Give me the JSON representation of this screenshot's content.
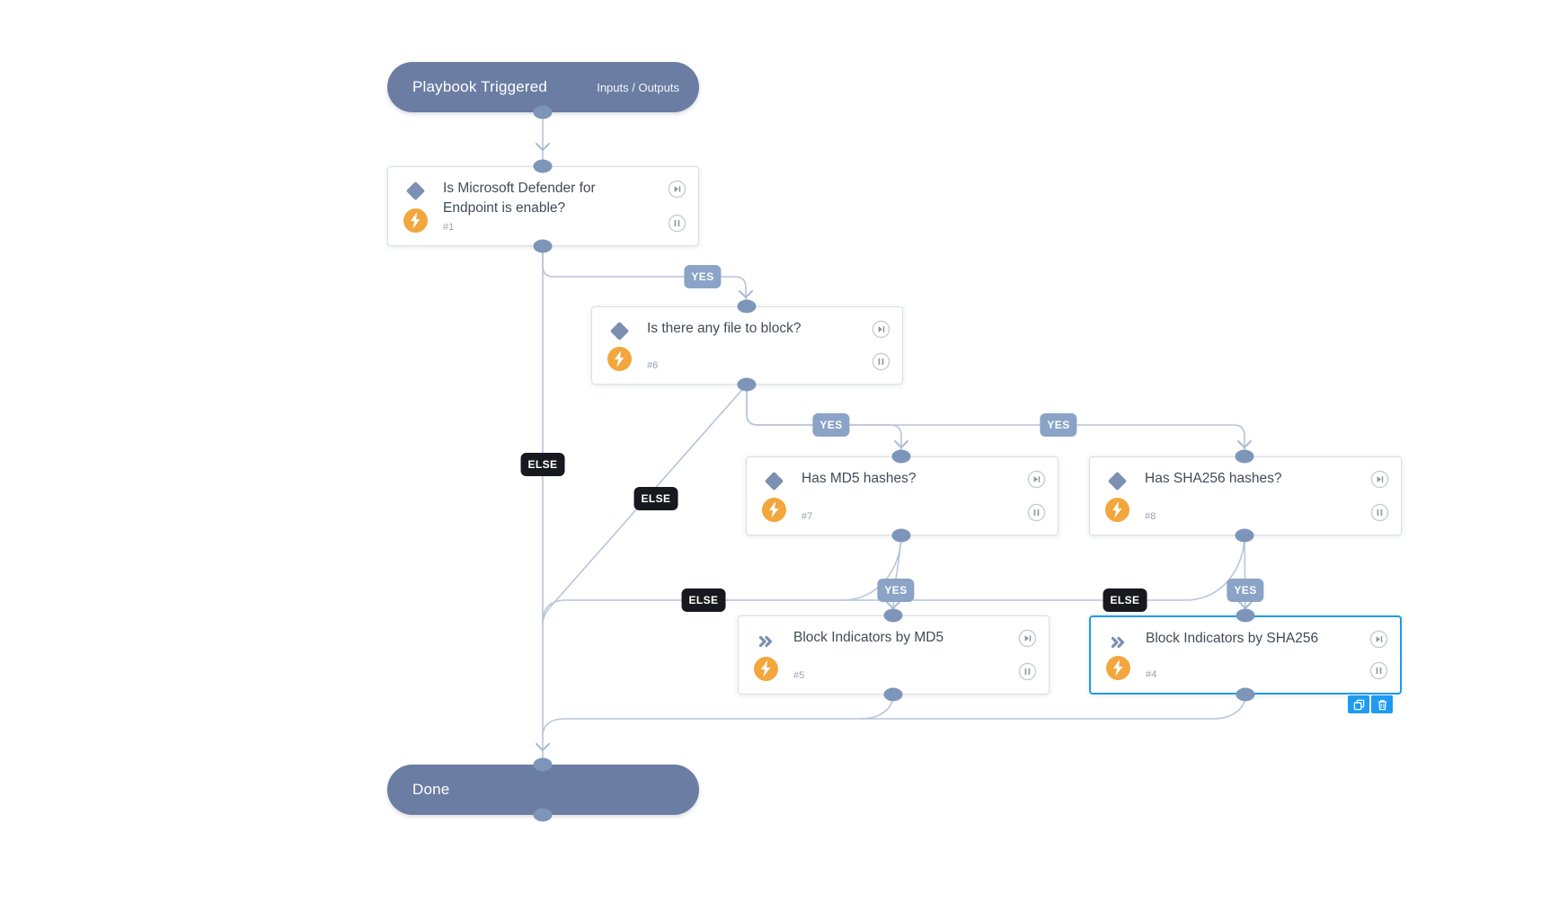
{
  "start_node": {
    "title": "Playbook Triggered",
    "action": "Inputs / Outputs"
  },
  "end_node": {
    "title": "Done"
  },
  "labels": {
    "yes": "YES",
    "else": "ELSE"
  },
  "nodes": {
    "n1": {
      "id": "#1",
      "title": "Is Microsoft Defender for Endpoint is enable?",
      "type": "condition"
    },
    "n6": {
      "id": "#6",
      "title": "Is there any file to block?",
      "type": "condition"
    },
    "n7": {
      "id": "#7",
      "title": "Has MD5 hashes?",
      "type": "condition"
    },
    "n8": {
      "id": "#8",
      "title": "Has SHA256 hashes?",
      "type": "condition"
    },
    "n5": {
      "id": "#5",
      "title": "Block Indicators by MD5",
      "type": "task"
    },
    "n4": {
      "id": "#4",
      "title": "Block Indicators by SHA256",
      "type": "task",
      "selected": true
    }
  },
  "selection": {
    "selected_node_id": "#4",
    "actions": [
      "copy",
      "delete"
    ]
  },
  "icons": {
    "condition-icon": "diamond",
    "task-icon": "double-chevron",
    "automation-icon": "lightning-bolt",
    "skip-icon": "skip-to-end",
    "pause-icon": "pause",
    "copy-icon": "copy",
    "delete-icon": "trash",
    "arrow-icon": "chevron-down"
  },
  "colors": {
    "pill": "#6b7da3",
    "connector": "#b7c4d9",
    "port": "#7e95ba",
    "yes_badge": "#8aa3c6",
    "else_badge": "#17191e",
    "bolt": "#f2a63c",
    "node_icon": "#7b90b3",
    "selected": "#1e9bf0",
    "card_border": "#dadfe5",
    "title_text": "#414b57"
  }
}
